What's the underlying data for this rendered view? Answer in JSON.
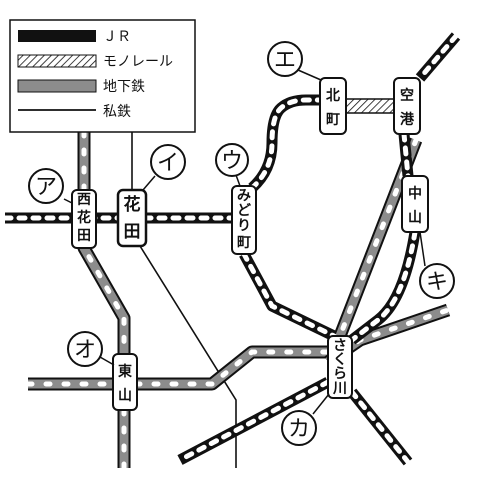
{
  "legend": {
    "jr": "ＪＲ",
    "monorail": "モノレール",
    "subway": "地下鉄",
    "private": "私鉄"
  },
  "stations": {
    "nishihanada": [
      "西",
      "花",
      "田"
    ],
    "hanada": [
      "花",
      "田"
    ],
    "midoricho": [
      "み",
      "ど",
      "り",
      "町"
    ],
    "kitamachi": [
      "北",
      "町"
    ],
    "kuko": [
      "空",
      "港"
    ],
    "nakayama": [
      "中",
      "山"
    ],
    "higashiyama": [
      "東",
      "山"
    ],
    "sakuragawa": [
      "さ",
      "く",
      "ら",
      "川"
    ]
  },
  "markers": {
    "a": "ア",
    "i": "イ",
    "u": "ウ",
    "e": "エ",
    "o": "オ",
    "ka": "カ",
    "ki": "キ"
  },
  "colors": {
    "jr": "#111111",
    "subway": "#8c8c8c",
    "private": "#111111",
    "background": "#ffffff"
  }
}
